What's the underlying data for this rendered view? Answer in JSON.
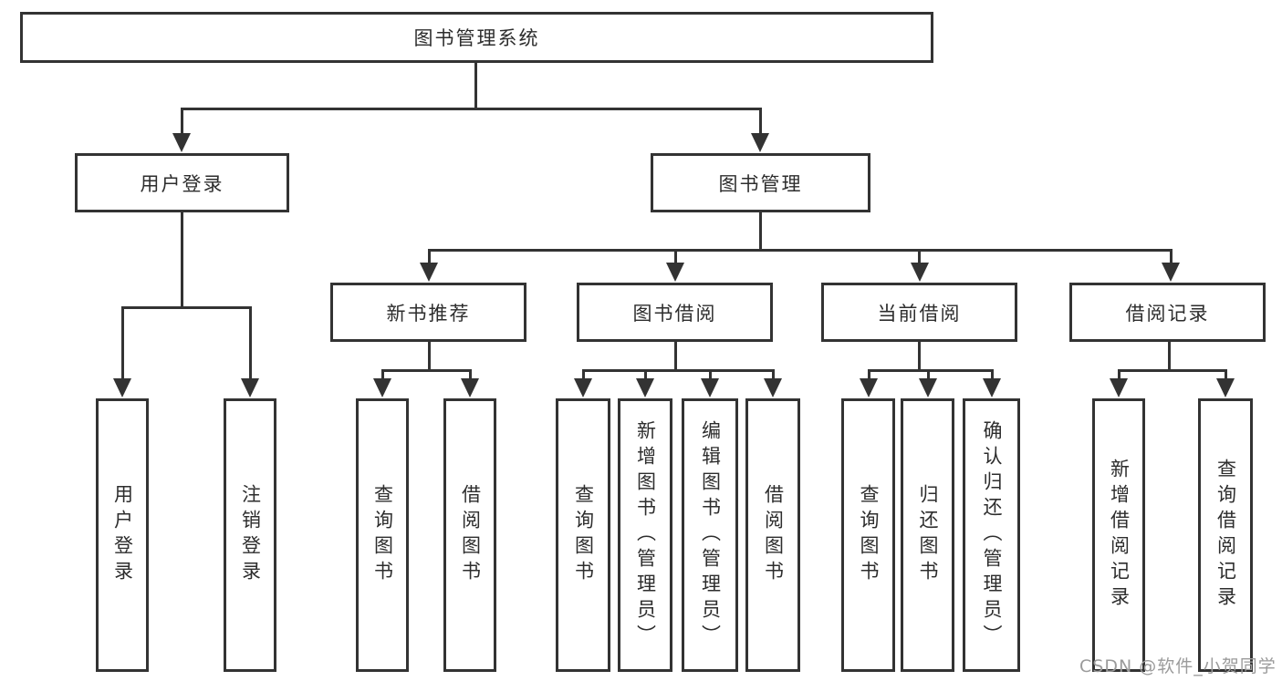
{
  "root": "图书管理系统",
  "level2": [
    "用户登录",
    "图书管理"
  ],
  "level3": [
    "新书推荐",
    "图书借阅",
    "当前借阅",
    "借阅记录"
  ],
  "leaves": {
    "user_login": [
      "用户登录",
      "注销登录"
    ],
    "new_book": [
      "查询图书",
      "借阅图书"
    ],
    "book_borrow": [
      "查询图书",
      "新增图书（管理员）",
      "编辑图书（管理员）",
      "借阅图书"
    ],
    "current_borrow": [
      "查询图书",
      "归还图书",
      "确认归还（管理员）"
    ],
    "borrow_record": [
      "新增借阅记录",
      "查询借阅记录"
    ]
  },
  "watermark": "CSDN @软件_小贺同学",
  "colors": {
    "line": "#333333",
    "text": "#2d2d2d",
    "watermark": "#9b9b9b",
    "background": "#ffffff"
  }
}
